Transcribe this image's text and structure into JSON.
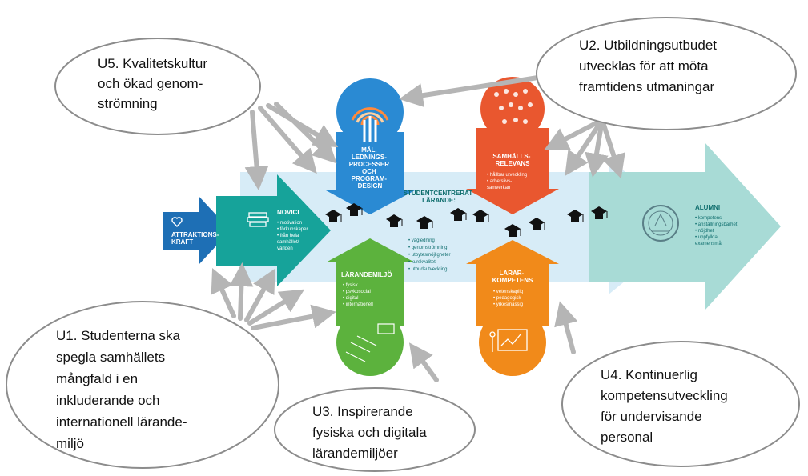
{
  "colors": {
    "attraction": "#1e6fb5",
    "novici": "#16a39a",
    "main_band": "#d7ecf7",
    "alumni": "#a8dbd6",
    "goals": "#2a8ad3",
    "society": "#e9572f",
    "environment": "#5cb23d",
    "teacher": "#f18a1a",
    "callout_arrow": "#b5b5b5"
  },
  "callouts": {
    "u1": [
      "U1. Studenterna ska",
      "spegla samhällets",
      "mångfald i en",
      "inkluderande och",
      "internationell lärande-",
      "miljö"
    ],
    "u2": [
      "U2. Utbildningsutbudet",
      "utvecklas för att möta",
      "framtidens utmaningar"
    ],
    "u3": [
      "U3. Inspirerande",
      "fysiska och digitala",
      "lärandemiljöer"
    ],
    "u4": [
      "U4. Kontinuerlig",
      "kompetensutveckling",
      "för undervisande",
      "personal"
    ],
    "u5": [
      "U5. Kvalitetskultur",
      "och ökad genom-",
      "strömning"
    ]
  },
  "diagram": {
    "attraction": [
      "ATTRAKTIONS-",
      "KRAFT"
    ],
    "novici": {
      "title": "NOVICI",
      "items": [
        "• motivation",
        "• förkunskaper",
        "• från hela",
        "  samhället/",
        "  världen"
      ]
    },
    "center": {
      "title": [
        "STUDENTCENTRERAT",
        "LÄRANDE:"
      ],
      "items": [
        "• vägledning",
        "• genomströmning",
        "• utbytesmöjligheter",
        "• kurskvalitet",
        "• utbudsutveckling"
      ]
    },
    "goals": [
      "MÅL,",
      "LEDNINGS-",
      "PROCESSER",
      "OCH",
      "PROGRAM-",
      "DESIGN"
    ],
    "society": {
      "title": [
        "SAMHÄLLS-",
        "RELEVANS"
      ],
      "items": [
        "• hållbar utveckling",
        "• arbetslivs-",
        "  samverkan"
      ]
    },
    "environment": {
      "title": "LÄRANDEMILJÖ",
      "items": [
        "• fysisk",
        "• psykosocial",
        "• digital",
        "• internationell"
      ]
    },
    "teacher": {
      "title": [
        "LÄRAR-",
        "KOMPETENS"
      ],
      "items": [
        "• vetenskaplig",
        "• pedagogisk",
        "• yrkesmässig"
      ]
    },
    "alumni": {
      "title": "ALUMNI",
      "items": [
        "• kompetens",
        "• anställningsbarhet",
        "• nöjdhet",
        "• uppfyllda",
        "  examensmål"
      ]
    }
  }
}
